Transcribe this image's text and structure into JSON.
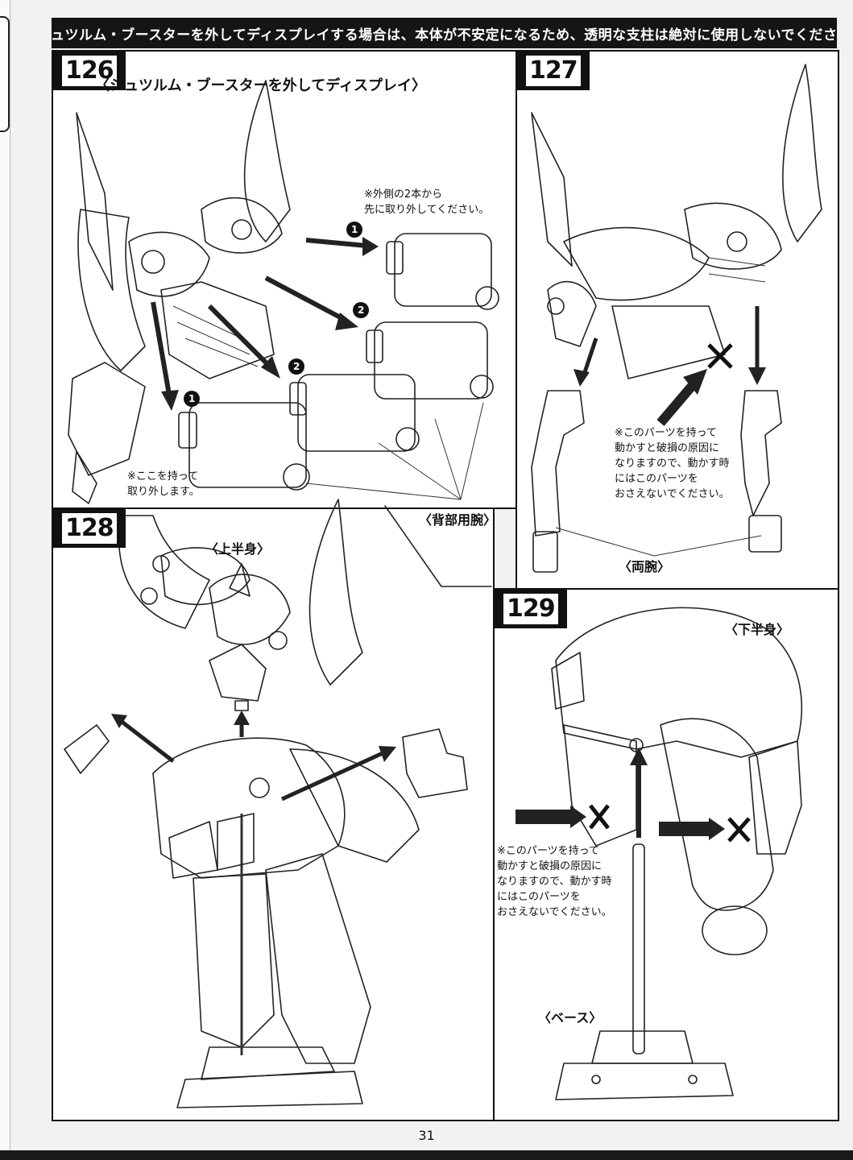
{
  "header": {
    "warning": "※シュツルム・ブースターを外してディスプレイする場合は、本体が不安定になるため、透明な支柱は絶対に使用しないでください。"
  },
  "steps": [
    {
      "number": "126",
      "title": "〈シュツルム・ブースターを外してディスプレイ〉",
      "note_top": [
        "※外側の2本から",
        "先に取り外してください。"
      ],
      "note_hold": [
        "※ここを持って",
        "取り外します。"
      ],
      "label": "〈背部用腕〉",
      "order_marks": [
        "1",
        "2",
        "2",
        "1"
      ]
    },
    {
      "number": "127",
      "note": [
        "※このパーツを持って",
        "動かすと破損の原因に",
        "なりますので、動かす時",
        "にはこのパーツを",
        "おさえないでください。"
      ],
      "label": "〈両腕〉"
    },
    {
      "number": "128",
      "label": "〈上半身〉"
    },
    {
      "number": "129",
      "label_lower": "〈下半身〉",
      "note": [
        "※このパーツを持って",
        "動かすと破損の原因に",
        "なりますので、動かす時",
        "にはこのパーツを",
        "おさえないでください。"
      ],
      "label_base": "〈ベース〉"
    }
  ],
  "page_number": "31"
}
